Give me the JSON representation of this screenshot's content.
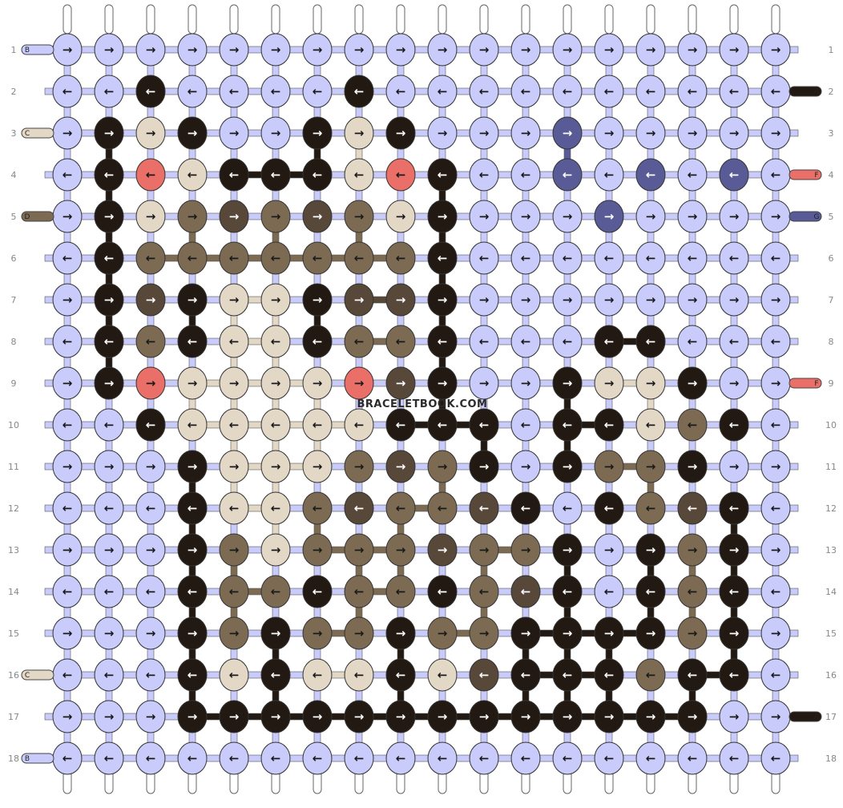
{
  "colors": {
    "A": "#221a12",
    "B": "#c9cbfb",
    "C": "#e3d8c6",
    "D": "#7c6b52",
    "E": "#58483a",
    "F": "#ea6f68",
    "G": "#585b95"
  },
  "rows": [
    "BBBBBBBBBBBBBBBBBB",
    "BBABBBBABBBBBBBBBB",
    "BACABBACABBBGBBBBB",
    "BAFCAAACFABBGBGBGB",
    "BACDEDEDCABBBGBBBB",
    "BADDDDDDDABBBBBBBB",
    "BAEACCAEEABBBBBBBB",
    "BADACCADDABBBAABBB",
    "BAFCCCCFEABBACCABB",
    "BBACCCCCAAABAACDAB",
    "BBBACCCDEDABADDAB",
    "BBBACCDEDDEABADEAB",
    "BBBADCDDDEDDABADAB",
    "BBBADDADDADEABADAB",
    "BBBADADDADDAAAADAB",
    "BBBACACCACEAAADAAB",
    "BBBAAAAAAAAAAAAABB",
    "BBBBBBBBBBBBBBBBBB"
  ],
  "arrows": [
    "RRRRRRRRRRRRRRRRRR",
    "LLLLLLLLLLLLLLLLLL",
    "RRRRRRRRRRRRRRRRRR",
    "LLLLLLLLLLLLLLLLLL",
    "RRRRRRRRRRRRRRRRRR",
    "LLLLLLLLLLLLLLLLLL",
    "RRRRRRRRRRRRRRRRRR",
    "LLLLLLLLLLLLLLLLLL",
    "RRRRRRRRRRRRRRRRRR",
    "LLLLLLLLLLLLLLLLLL",
    "RRRRRRRRRRRRRRRRRR",
    "LLLLLLLLLLLLLLLLLL",
    "RRRRRRRRRRRRRRRRRR",
    "LLLLLLLLLLLLLLLLLL",
    "RRRRRRRRRRRRRRRRRR",
    "LLLLLLLLLLLLLLLLLL",
    "RRRRRRRRRRRRRRRRRR",
    "LLLLLLLLLLLLLLLLLL"
  ],
  "row_numbers": [
    "1",
    "2",
    "3",
    "4",
    "5",
    "6",
    "7",
    "8",
    "9",
    "10",
    "11",
    "12",
    "13",
    "14",
    "15",
    "16",
    "17",
    "18"
  ],
  "left_tags": [
    {
      "row": 1,
      "letter": "B",
      "color": "#c9cbfb"
    },
    {
      "row": 3,
      "letter": "C",
      "color": "#e3d8c6"
    },
    {
      "row": 5,
      "letter": "D",
      "color": "#7c6b52"
    },
    {
      "row": 16,
      "letter": "C",
      "color": "#e3d8c6"
    },
    {
      "row": 18,
      "letter": "B",
      "color": "#c9cbfb"
    }
  ],
  "right_tags": [
    {
      "row": 2,
      "letter": "A",
      "color": "#221a12"
    },
    {
      "row": 4,
      "letter": "F",
      "color": "#ea6f68"
    },
    {
      "row": 5,
      "letter": "G",
      "color": "#585b95"
    },
    {
      "row": 9,
      "letter": "F",
      "color": "#ea6f68"
    },
    {
      "row": 17,
      "letter": "A",
      "color": "#221a12"
    }
  ],
  "watermark": "BRACELETBOOK.COM"
}
